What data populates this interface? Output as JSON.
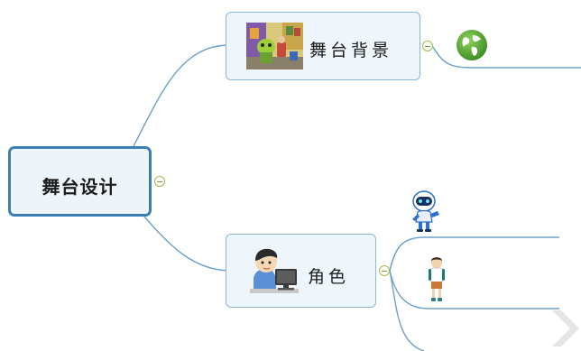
{
  "root": {
    "label": "舞台设计"
  },
  "topics": [
    {
      "label": "舞台背景",
      "thumbnail": "cartoon-scene-image",
      "child_icon": "globe-icon"
    },
    {
      "label": "角色",
      "thumbnail": "boy-at-computer-image",
      "child_icons": [
        "robot-icon",
        "student-icon"
      ]
    }
  ],
  "colors": {
    "connector": "#6fa0c8",
    "root_border": "#3d7fb5",
    "topic_border": "#8fb6d6",
    "node_fill": "#eef5fb",
    "collapse": "#9bc04a",
    "globe": "#4e9a2e"
  }
}
